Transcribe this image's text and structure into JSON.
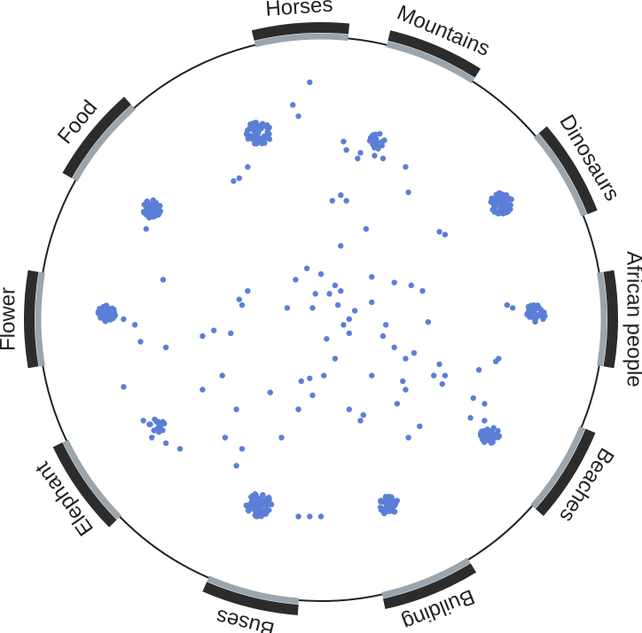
{
  "chart_data": {
    "type": "scatter",
    "layout": "radial",
    "title": "",
    "grid": false,
    "anchors": [
      {
        "label": "Horses",
        "angle": 266
      },
      {
        "label": "Mountains",
        "angle": 293
      },
      {
        "label": "Dinosaurs",
        "angle": 329
      },
      {
        "label": "African people",
        "angle": 0
      },
      {
        "label": "Beaches",
        "angle": 32
      },
      {
        "label": "Building",
        "angle": 68
      },
      {
        "label": "Buses",
        "angle": 104
      },
      {
        "label": "Elephant",
        "angle": 145
      },
      {
        "label": "Flower",
        "angle": 180
      },
      {
        "label": "Food",
        "angle": 219
      }
    ],
    "clusters": [
      {
        "label": "Horses",
        "center": [
          -0.22,
          -0.66
        ],
        "spread": 0.045,
        "count": 55
      },
      {
        "label": "Mountains",
        "center": [
          0.2,
          -0.63
        ],
        "spread": 0.03,
        "count": 20
      },
      {
        "label": "Dinosaurs",
        "center": [
          0.64,
          -0.41
        ],
        "spread": 0.04,
        "count": 55
      },
      {
        "label": "African people",
        "center": [
          0.76,
          -0.02
        ],
        "spread": 0.035,
        "count": 45
      },
      {
        "label": "Beaches",
        "center": [
          0.6,
          0.41
        ],
        "spread": 0.035,
        "count": 35
      },
      {
        "label": "Building",
        "center": [
          0.24,
          0.66
        ],
        "spread": 0.035,
        "count": 45
      },
      {
        "label": "Buses",
        "center": [
          -0.22,
          0.66
        ],
        "spread": 0.045,
        "count": 65
      },
      {
        "label": "Elephant",
        "center": [
          -0.58,
          0.38
        ],
        "spread": 0.03,
        "count": 18
      },
      {
        "label": "Flower",
        "center": [
          -0.76,
          -0.02
        ],
        "spread": 0.032,
        "count": 50
      },
      {
        "label": "Food",
        "center": [
          -0.6,
          -0.39
        ],
        "spread": 0.035,
        "count": 55
      }
    ],
    "scattered_points": [
      [
        -0.04,
        -0.84
      ],
      [
        -0.1,
        -0.76
      ],
      [
        -0.08,
        -0.72
      ],
      [
        -0.26,
        -0.54
      ],
      [
        -0.29,
        -0.5
      ],
      [
        -0.31,
        -0.49
      ],
      [
        0.09,
        -0.6
      ],
      [
        0.08,
        -0.63
      ],
      [
        0.13,
        -0.57
      ],
      [
        0.14,
        -0.59
      ],
      [
        0.19,
        -0.58
      ],
      [
        0.22,
        -0.57
      ],
      [
        0.3,
        -0.54
      ],
      [
        0.31,
        -0.45
      ],
      [
        0.04,
        -0.42
      ],
      [
        0.07,
        -0.44
      ],
      [
        0.09,
        -0.42
      ],
      [
        0.42,
        -0.31
      ],
      [
        0.44,
        -0.3
      ],
      [
        0.68,
        -0.04
      ],
      [
        0.66,
        -0.05
      ],
      [
        0.75,
        -0.02
      ],
      [
        0.62,
        0.15
      ],
      [
        0.63,
        0.14
      ],
      [
        0.54,
        0.28
      ],
      [
        0.58,
        0.3
      ],
      [
        0.53,
        0.35
      ],
      [
        0.58,
        0.36
      ],
      [
        0.15,
        0.34
      ],
      [
        0.3,
        0.25
      ],
      [
        0.18,
        0.2
      ],
      [
        0.27,
        0.3
      ],
      [
        0.31,
        0.42
      ],
      [
        0.35,
        0.38
      ],
      [
        -0.07,
        0.22
      ],
      [
        -0.08,
        0.32
      ],
      [
        -0.18,
        0.26
      ],
      [
        -0.14,
        0.42
      ],
      [
        -0.03,
        0.27
      ],
      [
        -0.42,
        0.25
      ],
      [
        -0.35,
        0.2
      ],
      [
        -0.3,
        0.32
      ],
      [
        -0.28,
        0.46
      ],
      [
        -0.34,
        0.42
      ],
      [
        -0.3,
        0.52
      ],
      [
        -0.42,
        0.06
      ],
      [
        -0.38,
        0.04
      ],
      [
        -0.32,
        0.05
      ],
      [
        -0.28,
        -0.05
      ],
      [
        -0.26,
        -0.1
      ],
      [
        -0.29,
        -0.07
      ],
      [
        -0.7,
        0.24
      ],
      [
        -0.55,
        0.1
      ],
      [
        -0.56,
        -0.14
      ],
      [
        -0.62,
        -0.32
      ],
      [
        -0.09,
        -0.14
      ],
      [
        -0.05,
        -0.18
      ],
      [
        -0.02,
        -0.09
      ],
      [
        0.0,
        -0.16
      ],
      [
        0.03,
        -0.09
      ],
      [
        0.05,
        -0.12
      ],
      [
        0.06,
        -0.05
      ],
      [
        0.07,
        -0.1
      ],
      [
        0.1,
        0.0
      ],
      [
        0.08,
        0.02
      ],
      [
        0.1,
        0.05
      ],
      [
        0.12,
        -0.03
      ],
      [
        -0.03,
        -0.04
      ],
      [
        0.02,
        0.07
      ],
      [
        0.05,
        0.14
      ],
      [
        -0.04,
        0.21
      ],
      [
        0.18,
        -0.15
      ],
      [
        0.26,
        -0.13
      ],
      [
        0.32,
        -0.12
      ],
      [
        0.36,
        -0.1
      ],
      [
        0.23,
        0.02
      ],
      [
        0.38,
        0.01
      ],
      [
        0.42,
        0.16
      ],
      [
        0.44,
        0.2
      ],
      [
        0.43,
        0.23
      ],
      [
        0.4,
        0.2
      ],
      [
        0.56,
        0.18
      ],
      [
        0.16,
        -0.32
      ],
      [
        0.07,
        -0.26
      ],
      [
        0.18,
        -0.06
      ],
      [
        0.22,
        0.06
      ],
      [
        0.26,
        0.1
      ],
      [
        0.3,
        0.14
      ],
      [
        0.33,
        0.12
      ],
      [
        0.1,
        0.32
      ],
      [
        0.14,
        0.36
      ],
      [
        -0.12,
        -0.04
      ],
      [
        -0.08,
        0.32
      ],
      [
        0.01,
        0.2
      ],
      [
        0.29,
        0.22
      ]
    ],
    "point_color": "#5b7fd6"
  }
}
